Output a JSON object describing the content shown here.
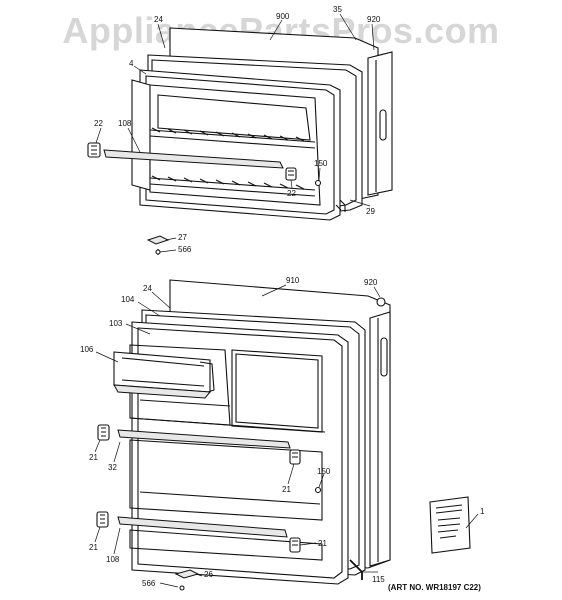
{
  "watermark": "AppliancePartsPros.com",
  "art_number": "(ART NO. WR18197 C22)",
  "callouts": {
    "c24a": "24",
    "c900": "900",
    "c35": "35",
    "c920a": "920",
    "c4": "4",
    "c22a": "22",
    "c108a": "108",
    "c150a": "150",
    "c22b": "22",
    "c29": "29",
    "c27": "27",
    "c566a": "566",
    "c910": "910",
    "c920b": "920",
    "c24b": "24",
    "c104": "104",
    "c103": "103",
    "c106": "106",
    "c21a": "21",
    "c32": "32",
    "c150b": "150",
    "c21b": "21",
    "c21c": "21",
    "c108b": "108",
    "c21d": "21",
    "c115": "115",
    "c1": "1",
    "c566b": "566",
    "c26": "26"
  }
}
